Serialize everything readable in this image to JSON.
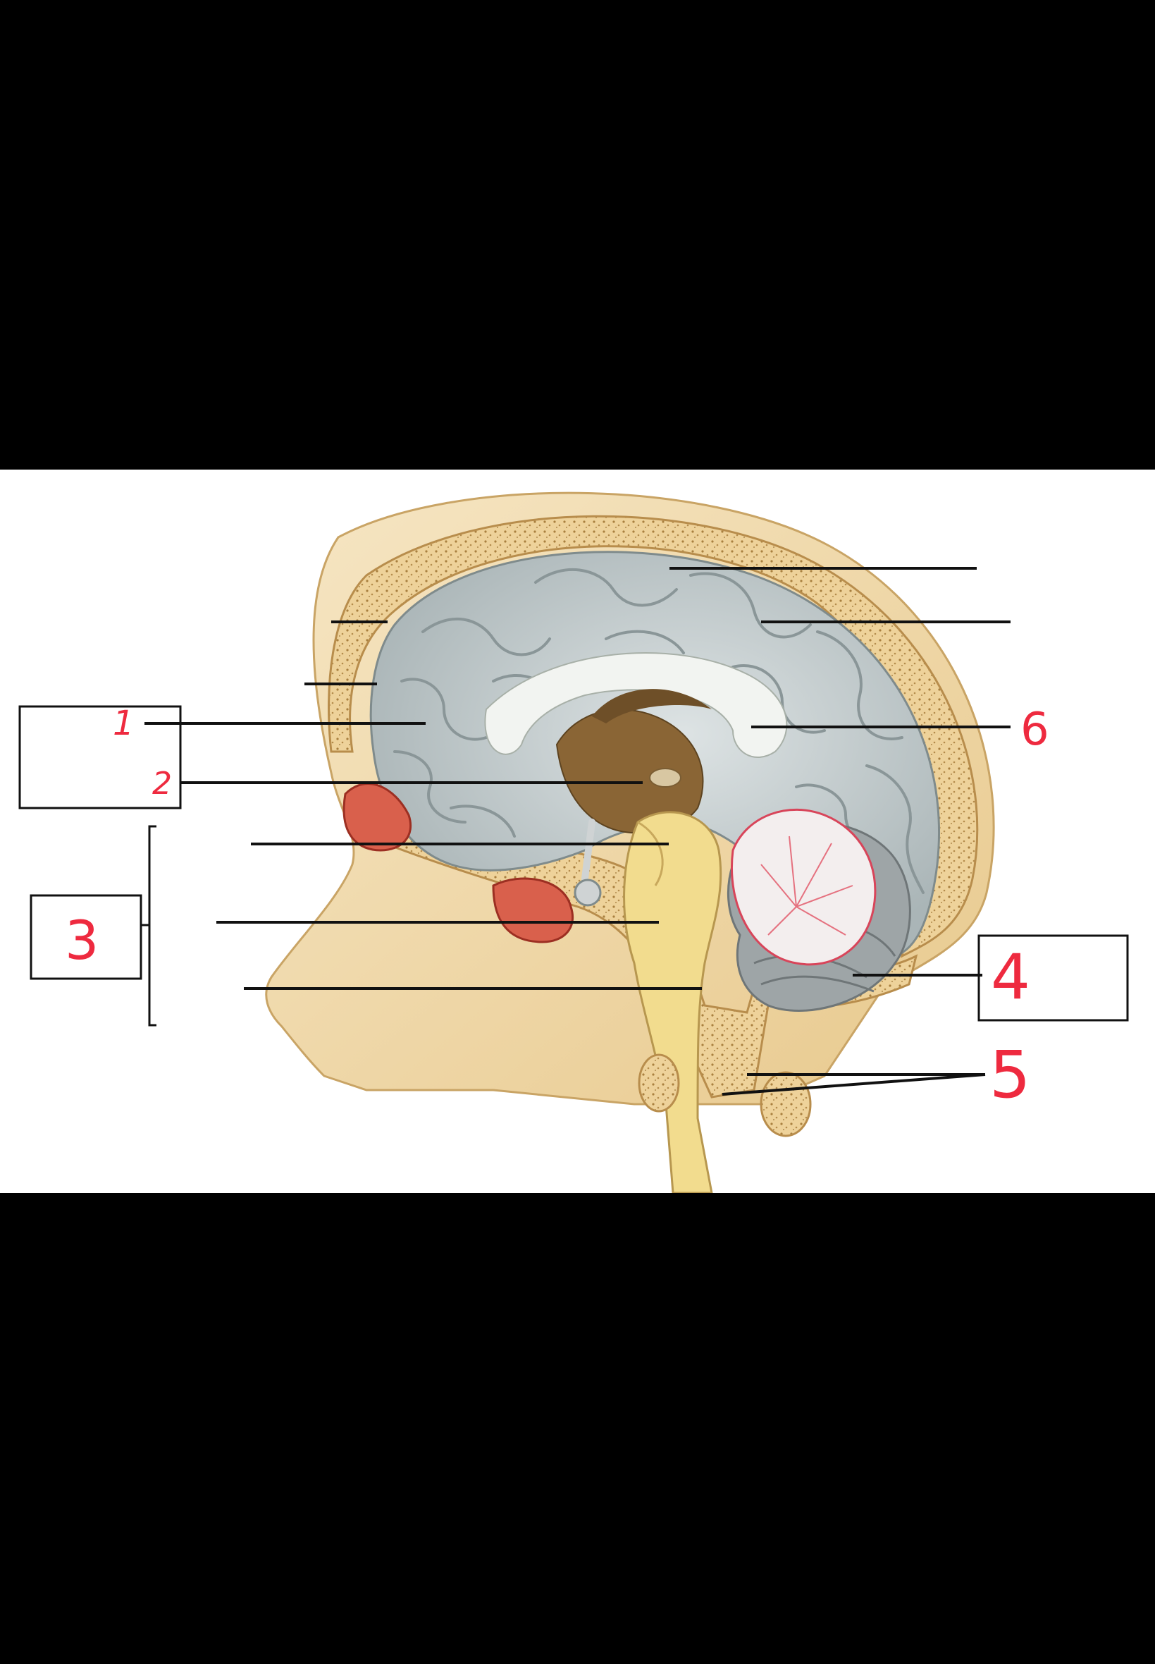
{
  "diagram": {
    "labels": [
      {
        "id": "1",
        "text": "1"
      },
      {
        "id": "2",
        "text": "2"
      },
      {
        "id": "3",
        "text": "3"
      },
      {
        "id": "4",
        "text": "4"
      },
      {
        "id": "5",
        "text": "5"
      },
      {
        "id": "6",
        "text": "6"
      }
    ],
    "colors": {
      "annotation": "#ee2a3f",
      "leader_line": "#111111",
      "cortex": "#c9d2d3",
      "skull": "#e6c383",
      "sinus": "#d9604c",
      "brainstem": "#f2dc8e",
      "diencephalon": "#8a6535",
      "background_band": "#000000"
    }
  }
}
